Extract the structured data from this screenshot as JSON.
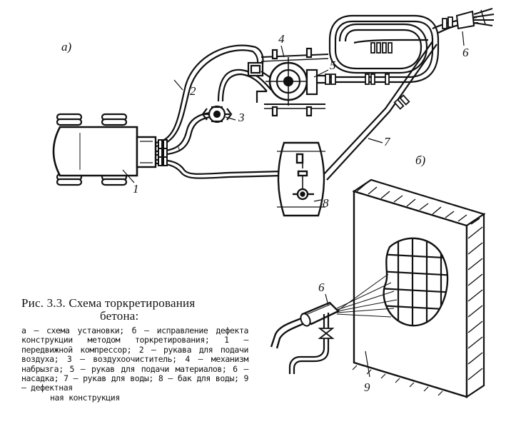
{
  "panels": {
    "a": "а)",
    "b": "б)"
  },
  "callouts": {
    "n1": "1",
    "n2": "2",
    "n3": "3",
    "n4": "4",
    "n5": "5",
    "n6_top": "6",
    "n7": "7",
    "n8": "8",
    "n6_bottom": "6",
    "n9": "9"
  },
  "caption": {
    "title_line1": "Рис. 3.3. Схема торкретирования",
    "title_line2": "бетона:",
    "body_main": "а — схема установки; б — исправление дефекта конструкции методом торкретирования; 1 — передвижной компрессор; 2 — рукава для подачи воздуха; 3 — воздухоочиститель; 4 — механизм набрызга; 5 — рукав для подачи материалов; 6 — насадка; 7 — рукав для воды; 8 — бак для воды; 9 — дефектная",
    "body_last": "ная конструкция"
  }
}
